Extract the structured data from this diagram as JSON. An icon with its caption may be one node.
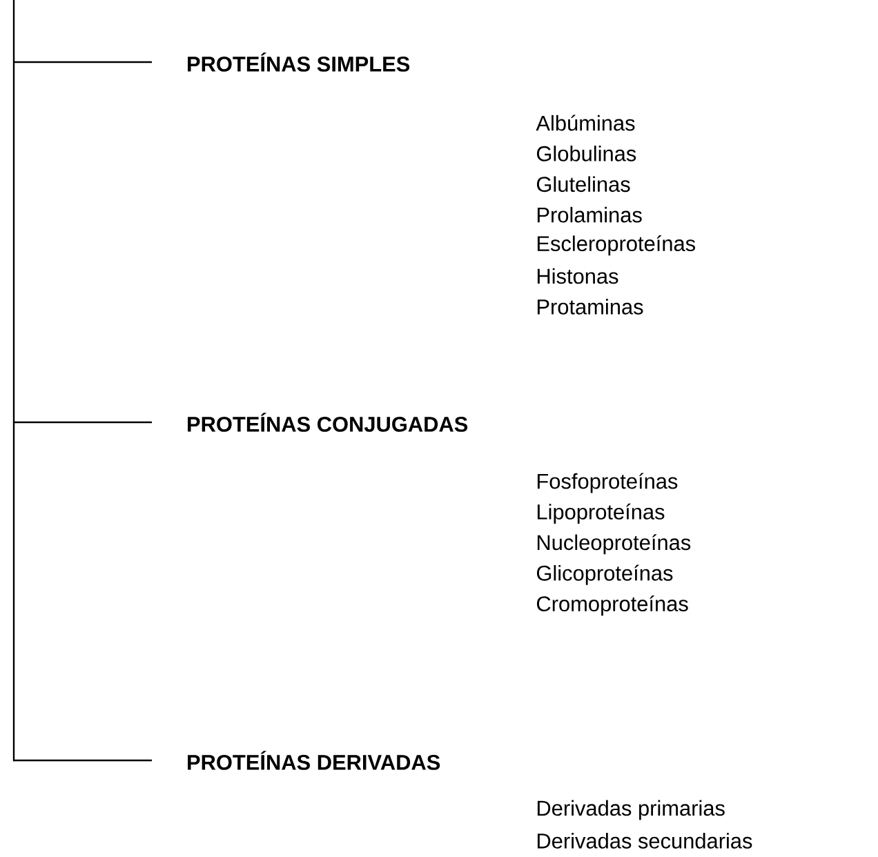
{
  "diagram": {
    "nodes": [
      {
        "text": [
          "PROTEÍNAS SIMPLES"
        ],
        "beside": [
          "Albúminas",
          "Globulinas",
          "Glutelinas",
          "Prolaminas",
          "Escleroproteínas",
          "Histonas",
          "Protaminas"
        ]
      },
      {
        "text": [
          "PROTEÍNAS CONJUGADAS"
        ],
        "beside": [
          "Fosfoproteínas",
          "Lipoproteínas",
          "Nucleoproteínas",
          "Glicoproteínas",
          "Cromoproteínas"
        ]
      },
      {
        "text": [
          "PROTEÍNAS DERIVADAS"
        ],
        "beside": [
          "Derivadas primarias",
          "Derivadas secundarias"
        ]
      }
    ],
    "edges": [
      {
        "from": null,
        "to": 0,
        "arrow": "none"
      },
      {
        "from": null,
        "to": 1,
        "arrow": "none"
      },
      {
        "from": null,
        "to": 2,
        "arrow": "none"
      }
    ]
  }
}
